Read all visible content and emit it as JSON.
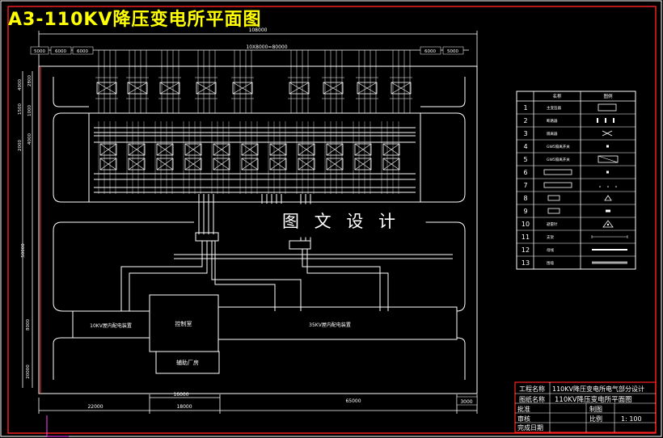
{
  "title": "A3-110KV降压变电所平面图",
  "dimensions": {
    "overall_width": "108000",
    "bay_spacing": "10X8000=80000",
    "left_spacings": [
      "5000",
      "6000",
      "6000"
    ],
    "right_spacings": [
      "6000",
      "5000"
    ],
    "vertical_top": [
      "4000",
      "2800",
      "1500",
      "1000",
      "2000",
      "4000"
    ],
    "vertical_mid": "50000",
    "vertical_lower": "8000",
    "vertical_bottom": "20000",
    "bottom_16000": "16000",
    "bottom_18000": "18000",
    "bottom_22000": "22000",
    "bottom_65000": "65000",
    "bottom_3000": "3000"
  },
  "buildings": {
    "room_10kv": "10KV屋内配电装置",
    "control_room": "控制室",
    "room_35kv": "35KV屋内配电装置",
    "aux_building": "辅助厂房"
  },
  "watermark": "图 文 设 计",
  "legend": {
    "header_name": "名称",
    "header_symbol": "图例",
    "rows": [
      {
        "num": "1",
        "name": "主变压器"
      },
      {
        "num": "2",
        "name": "断路器"
      },
      {
        "num": "3",
        "name": "隔离器"
      },
      {
        "num": "4",
        "name": "GW5隔离开关"
      },
      {
        "num": "5",
        "name": "GW5隔离开关"
      },
      {
        "num": "6",
        "name": ""
      },
      {
        "num": "7",
        "name": ""
      },
      {
        "num": "8",
        "name": ""
      },
      {
        "num": "9",
        "name": ""
      },
      {
        "num": "10",
        "name": "避雷针"
      },
      {
        "num": "11",
        "name": "支架"
      },
      {
        "num": "12",
        "name": "母线"
      },
      {
        "num": "13",
        "name": "围墙"
      }
    ]
  },
  "title_block": {
    "project_label": "工程名称",
    "project_value": "110KV降压变电所电气部分设计",
    "drawing_label": "图纸名称",
    "drawing_value": "110KV降压变电所平面图",
    "approved_label": "批准",
    "drawn_label": "制图",
    "review_label": "审核",
    "scale_label": "比例",
    "scale_value": "1: 100",
    "date_label": "完成日期"
  },
  "colors": {
    "background": "#000000",
    "line": "#ffffff",
    "dim": "#ffffff",
    "title": "#ffff00",
    "border": "#ff0000",
    "cursor": "#ff00ff"
  }
}
